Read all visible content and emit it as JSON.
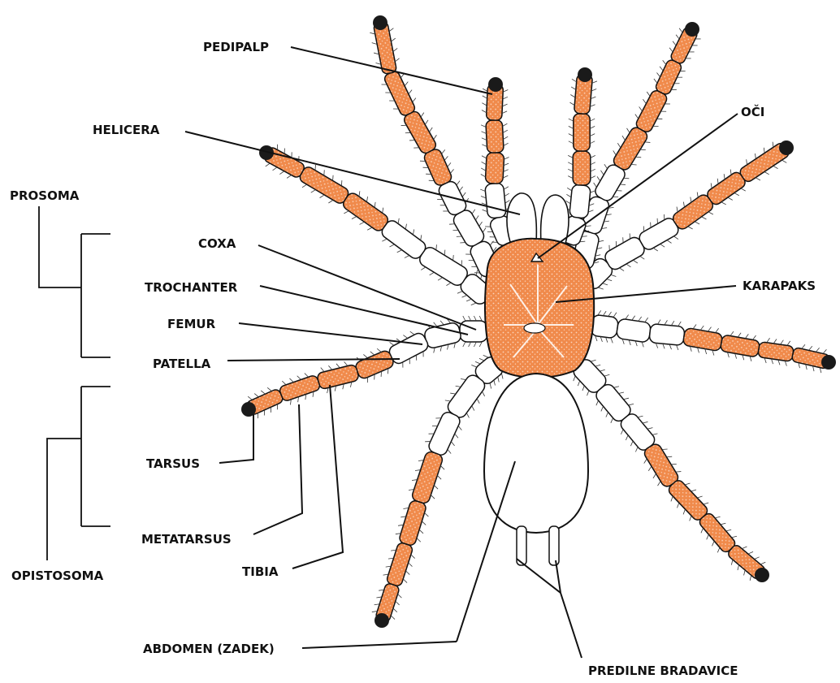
{
  "colors": {
    "background": "#ffffff",
    "line": "#111111",
    "hair": "#333333",
    "leg_fill": "#f08a4b",
    "leg_light": "#fbd3bb",
    "tip": "#1a1a1a"
  },
  "labels": {
    "pedipalp": "PEDIPALP",
    "helicera": "HELICERA",
    "oci": "OČI",
    "prosoma": "PROSOMA",
    "coxa": "COXA",
    "trochanter": "TROCHANTER",
    "karapaks": "KARAPAKS",
    "femur": "FEMUR",
    "patella": "PATELLA",
    "tarsus": "TARSUS",
    "metatarsus": "METATARSUS",
    "opistosoma": "OPISTOSOMA",
    "tibia": "TIBIA",
    "abdomen": "ABDOMEN (ZADEK)",
    "predilne_bradavice": "PREDILNE BRADAVICE"
  }
}
